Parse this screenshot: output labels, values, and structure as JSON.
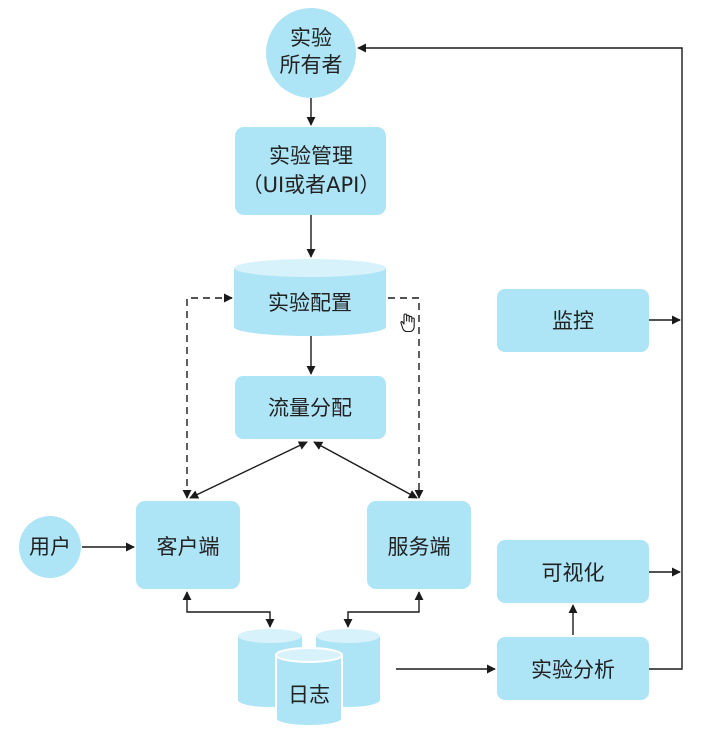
{
  "colors": {
    "node_fill": "#ade4f6",
    "node_top": "#d8f2fb",
    "stroke": "#1a1a1a"
  },
  "nodes": {
    "owner": {
      "line1": "实验",
      "line2": "所有者"
    },
    "management": {
      "line1": "实验管理",
      "line2": "（UI或者API）"
    },
    "config": "实验配置",
    "traffic": "流量分配",
    "user": "用户",
    "client": "客户端",
    "server": "服务端",
    "logs": "日志",
    "monitor": "监控",
    "visualize": "可视化",
    "analysis": "实验分析"
  },
  "icons": {
    "cursor": "hand-cursor-icon"
  }
}
